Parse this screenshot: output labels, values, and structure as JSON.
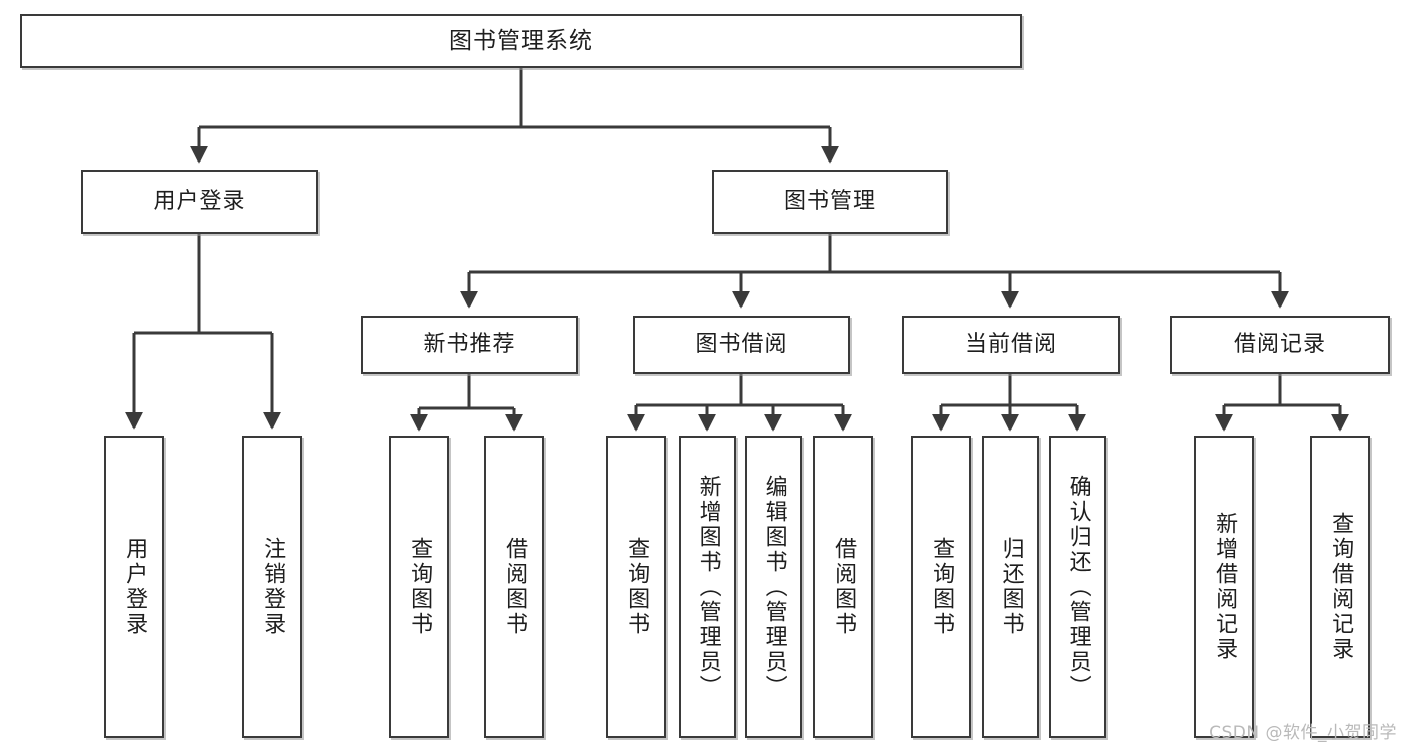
{
  "diagram": {
    "type": "tree",
    "title": "图书管理系统",
    "watermark": "CSDN @软件_小贺同学",
    "colors": {
      "box_border": "#3a3a3a",
      "box_fill": "#ffffff",
      "edge": "#3a3a3a",
      "text": "#1e1e1e",
      "watermark": "#b9b9b9"
    },
    "levels": {
      "root": [
        "图书管理系统"
      ],
      "level2": [
        "用户登录",
        "图书管理"
      ],
      "level3": [
        "新书推荐",
        "图书借阅",
        "当前借阅",
        "借阅记录"
      ],
      "leaves": [
        "用户登录",
        "注销登录",
        "查询图书",
        "借阅图书",
        "查询图书",
        "新增图书（管理员）",
        "编辑图书（管理员）",
        "借阅图书",
        "查询图书",
        "归还图书",
        "确认归还（管理员）",
        "新增借阅记录",
        "查询借阅记录"
      ]
    },
    "nodes": {
      "root": {
        "label": "图书管理系统"
      },
      "user_login": {
        "label": "用户登录"
      },
      "book_mgmt": {
        "label": "图书管理"
      },
      "new_book_rec": {
        "label": "新书推荐"
      },
      "book_borrow": {
        "label": "图书借阅"
      },
      "current_borrow": {
        "label": "当前借阅"
      },
      "borrow_record": {
        "label": "借阅记录"
      },
      "leaf_user_login": {
        "label": "用户登录"
      },
      "leaf_logout": {
        "label": "注销登录"
      },
      "leaf_query_book_1": {
        "label": "查询图书"
      },
      "leaf_borrow_book_1": {
        "label": "借阅图书"
      },
      "leaf_query_book_2": {
        "label": "查询图书"
      },
      "leaf_add_book": {
        "label": "新增图书（管理员）"
      },
      "leaf_edit_book": {
        "label": "编辑图书（管理员）"
      },
      "leaf_borrow_book_2": {
        "label": "借阅图书"
      },
      "leaf_query_book_3": {
        "label": "查询图书"
      },
      "leaf_return_book": {
        "label": "归还图书"
      },
      "leaf_confirm_return": {
        "label": "确认归还（管理员）"
      },
      "leaf_add_record": {
        "label": "新增借阅记录"
      },
      "leaf_query_record": {
        "label": "查询借阅记录"
      }
    }
  }
}
